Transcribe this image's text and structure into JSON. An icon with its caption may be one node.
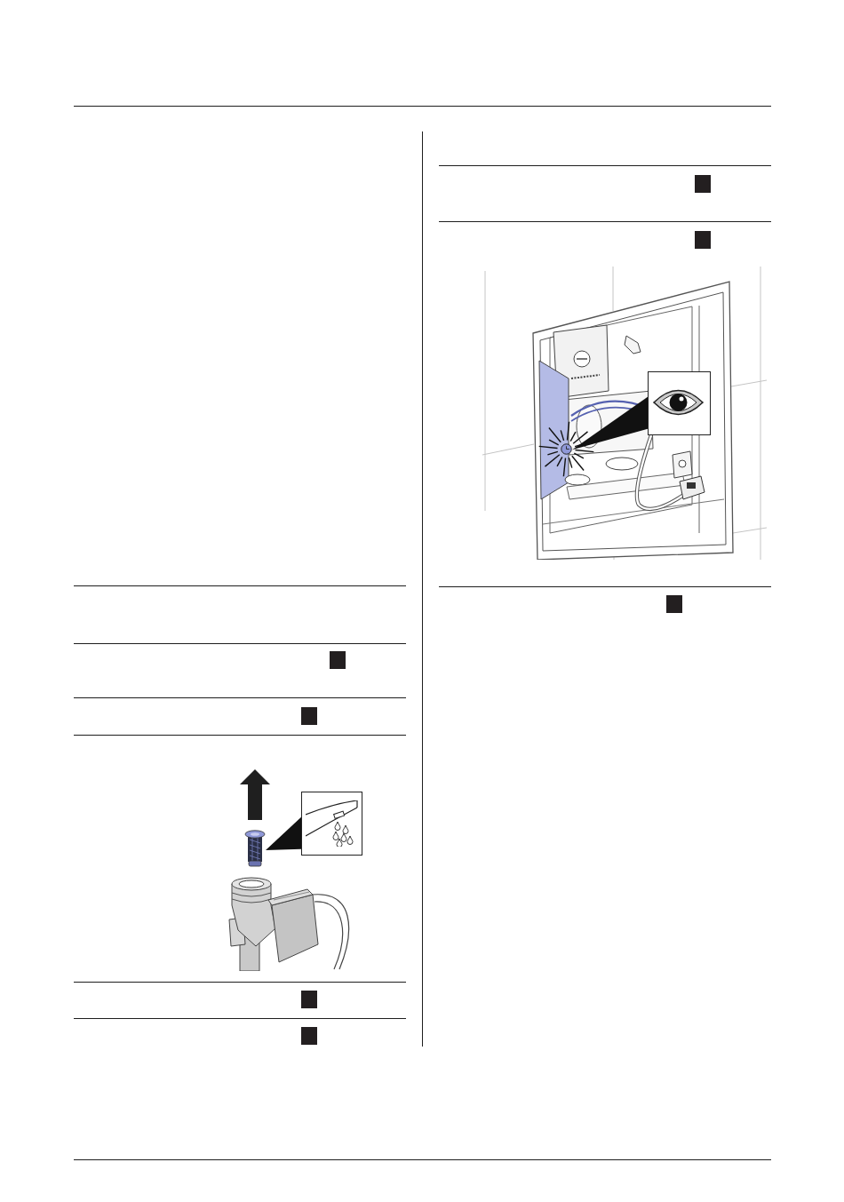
{
  "diagram": {
    "nodes": [
      {
        "text": [],
        "shape": "picture"
      },
      {
        "text": [],
        "shape": "picture"
      },
      {
        "text": [],
        "shape": "circle"
      },
      {
        "text": [],
        "shape": "picture"
      }
    ],
    "edges": [
      {
        "from": 1,
        "to": 0,
        "arrow": "to"
      },
      {
        "from": 3,
        "to": 2,
        "arrow": "to"
      }
    ]
  }
}
